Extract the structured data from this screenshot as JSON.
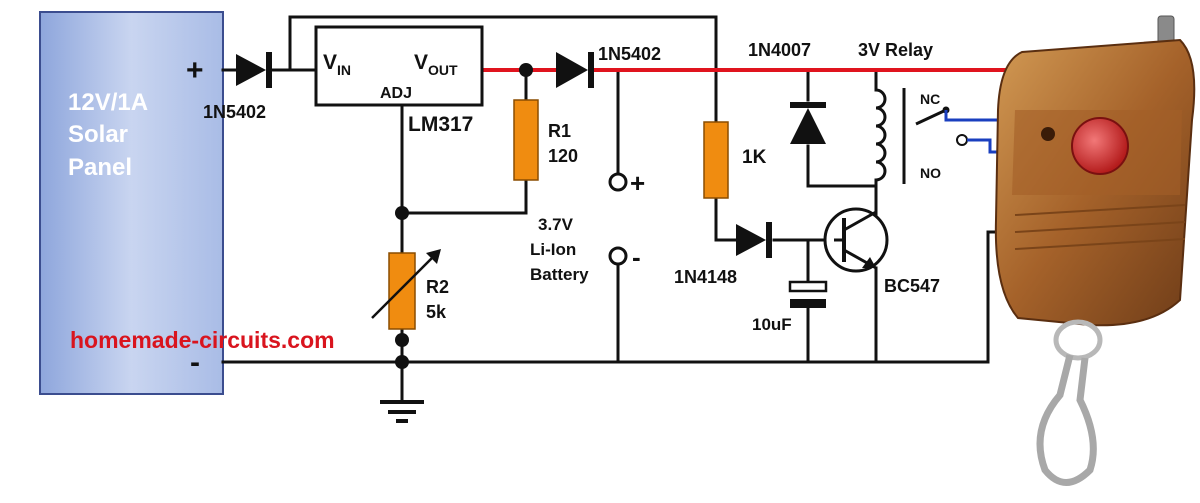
{
  "colors": {
    "wire": "#111111",
    "positive_rail": "#e0141e",
    "relay_contact_wire": "#1a3fbf",
    "resistor": "#f08c10",
    "panel_fill": "#b9c8ea",
    "watermark": "#d9141e",
    "remote_body": "#a8632a",
    "remote_button": "#d52a2a"
  },
  "solar_panel": {
    "line1": "12V/1A",
    "line2": "Solar",
    "line3": "Panel",
    "plus": "+",
    "minus": "-"
  },
  "components": {
    "d_input": "1N5402",
    "regulator_name": "LM317",
    "reg_vin_main": "V",
    "reg_vin_sub": "IN",
    "reg_vout_main": "V",
    "reg_vout_sub": "OUT",
    "reg_adj": "ADJ",
    "d_output": "1N5402",
    "r1_name": "R1",
    "r1_value": "120",
    "r2_name": "R2",
    "r2_value": "5k",
    "battery_line1": "3.7V",
    "battery_line2": "Li-Ion",
    "battery_line3": "Battery",
    "batt_plus": "+",
    "batt_minus": "-",
    "r_base": "1K",
    "d_flyback": "1N4007",
    "relay": "3V Relay",
    "nc": "NC",
    "no": "NO",
    "d_signal": "1N4148",
    "capacitor": "10uF",
    "transistor": "BC547"
  },
  "watermark": "homemade-circuits.com"
}
